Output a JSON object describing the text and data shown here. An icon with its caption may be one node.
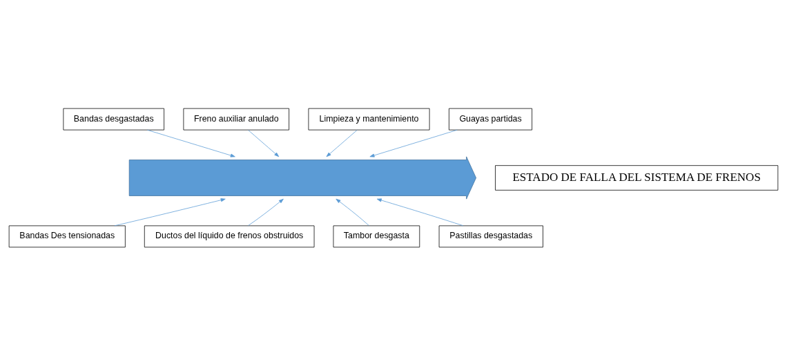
{
  "diagram": {
    "nodes": [
      {
        "text": [
          "Bandas desgastadas"
        ]
      },
      {
        "text": [
          "Freno auxiliar anulado"
        ]
      },
      {
        "text": [
          "Limpieza y mantenimiento"
        ]
      },
      {
        "text": [
          "Guayas partidas"
        ]
      },
      {
        "text": [],
        "shape": "arrow"
      },
      {
        "text": [
          "ESTADO DE FALLA DEL SISTEMA DE FRENOS"
        ]
      },
      {
        "text": [
          "Bandas Des tensionadas"
        ]
      },
      {
        "text": [
          "Ductos del líquido de frenos obstruidos"
        ]
      },
      {
        "text": [
          "Tambor desgasta"
        ]
      },
      {
        "text": [
          "Pastillas desgastadas"
        ]
      }
    ],
    "edges": [
      {
        "from": 0,
        "to": 4,
        "arrow": "to"
      },
      {
        "from": 1,
        "to": 4,
        "arrow": "to"
      },
      {
        "from": 2,
        "to": 4,
        "arrow": "to"
      },
      {
        "from": 3,
        "to": 4,
        "arrow": "to"
      },
      {
        "from": 6,
        "to": 4,
        "arrow": "to"
      },
      {
        "from": 7,
        "to": 4,
        "arrow": "to"
      },
      {
        "from": 8,
        "to": 4,
        "arrow": "to"
      },
      {
        "from": 9,
        "to": 4,
        "arrow": "to"
      }
    ]
  }
}
